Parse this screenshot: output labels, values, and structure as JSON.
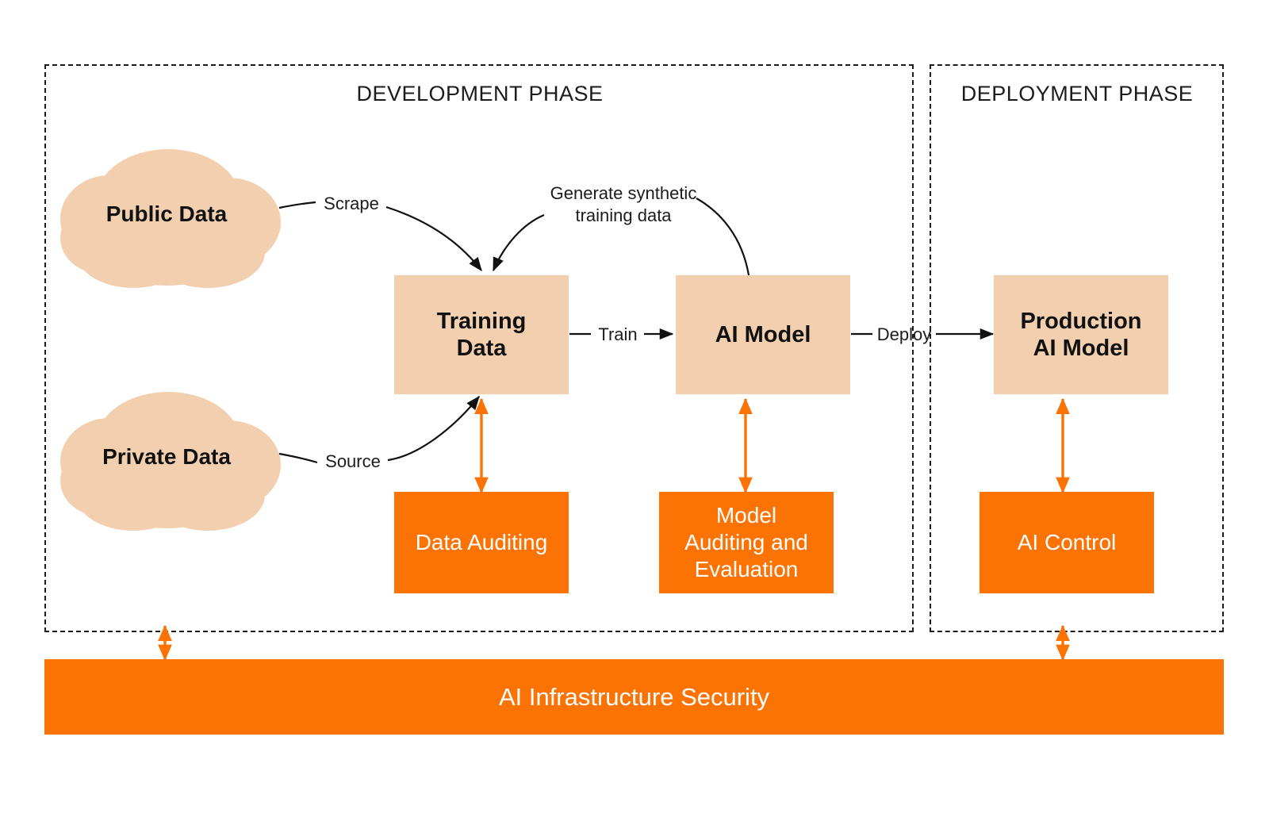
{
  "diagram": {
    "title_hidden": "AI security lifecycle diagram",
    "colors": {
      "tan": "#F2CFAF",
      "orange": "#FB7205",
      "stroke": "#1c1c1c",
      "background": "#ffffff",
      "text_dark": "#111111",
      "text_light": "#ffffff"
    },
    "phases": [
      {
        "id": "development",
        "label": "DEVELOPMENT PHASE"
      },
      {
        "id": "deployment",
        "label": "DEPLOYMENT PHASE"
      }
    ],
    "clouds": [
      {
        "id": "public-data",
        "label": "Public Data"
      },
      {
        "id": "private-data",
        "label": "Private Data"
      }
    ],
    "process_nodes": [
      {
        "id": "training-data",
        "label": "Training\nData",
        "line1": "Training",
        "line2": "Data"
      },
      {
        "id": "ai-model",
        "label": "AI Model",
        "line1": "AI Model",
        "line2": ""
      },
      {
        "id": "production-ai-model",
        "label": "Production\nAI Model",
        "line1": "Production",
        "line2": "AI Model"
      }
    ],
    "control_nodes": [
      {
        "id": "data-auditing",
        "line1": "Data Auditing",
        "line2": "",
        "line3": ""
      },
      {
        "id": "model-auditing-and-evaluation",
        "line1": "Model",
        "line2": "Auditing and",
        "line3": "Evaluation"
      },
      {
        "id": "ai-control",
        "line1": "AI Control",
        "line2": "",
        "line3": ""
      }
    ],
    "edge_labels": [
      {
        "id": "scrape",
        "text": "Scrape"
      },
      {
        "id": "generate-synthetic-training-data",
        "line1": "Generate synthetic",
        "line2": "training data"
      },
      {
        "id": "train",
        "text": "Train"
      },
      {
        "id": "source",
        "text": "Source"
      },
      {
        "id": "deploy",
        "text": "Deploy"
      }
    ],
    "infrastructure": {
      "id": "ai-infrastructure-security",
      "label": "AI Infrastructure Security"
    }
  }
}
